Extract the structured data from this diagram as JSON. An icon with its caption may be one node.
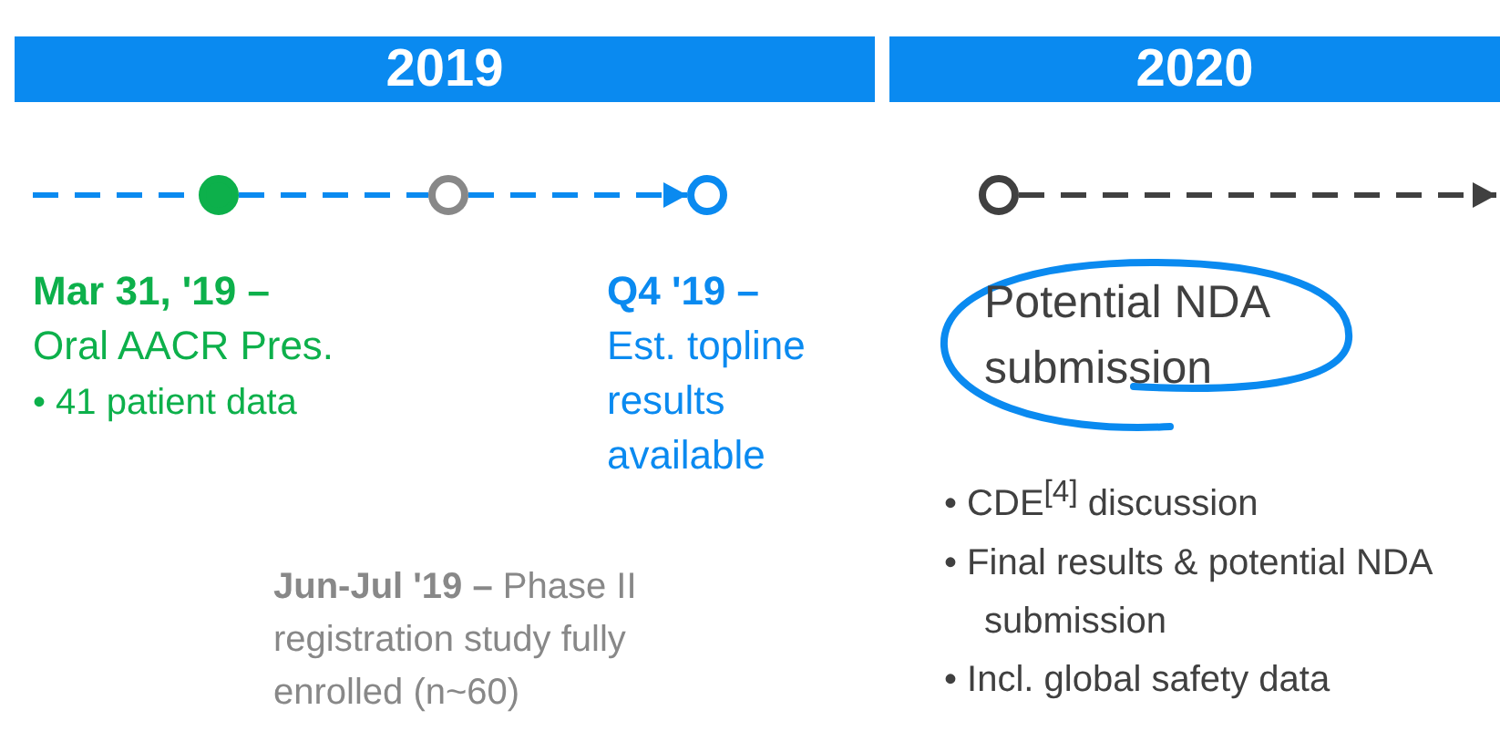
{
  "diagram": {
    "nodes": [
      {
        "text": [
          "2019"
        ]
      },
      {
        "text": [
          "2020"
        ]
      },
      {
        "text": [],
        "shape": "circle",
        "beside": [
          "Mar 31, '19 –",
          "Oral AACR Pres.",
          "• 41 patient data"
        ]
      },
      {
        "text": [],
        "shape": "circle"
      },
      {
        "text": [],
        "shape": "circle",
        "beside": [
          "Q4 '19 –",
          "Est. topline results available"
        ]
      },
      {
        "text": [],
        "shape": "circle"
      },
      {
        "text": [
          "Potential NDA submission"
        ],
        "beside": [
          "• CDE$^{[4]}$ discussion",
          "• Final results & potential NDA submission",
          "• Incl. global safety data"
        ]
      }
    ],
    "labels": [
      "**Jun-Jul '19 –** Phase II registration study fully enrolled (n~60)"
    ],
    "edges": [
      {
        "from": null,
        "to": 2,
        "arrow": "none",
        "style": "dashed",
        "color": "#0a8af0"
      },
      {
        "from": 2,
        "to": 3,
        "arrow": "none",
        "style": "dashed",
        "color": "#0a8af0"
      },
      {
        "from": 3,
        "to": 4,
        "arrow": "to",
        "style": "dashed",
        "color": "#0a8af0"
      },
      {
        "from": 5,
        "to": null,
        "arrow": "to",
        "style": "dashed",
        "color": "#404040"
      }
    ]
  }
}
